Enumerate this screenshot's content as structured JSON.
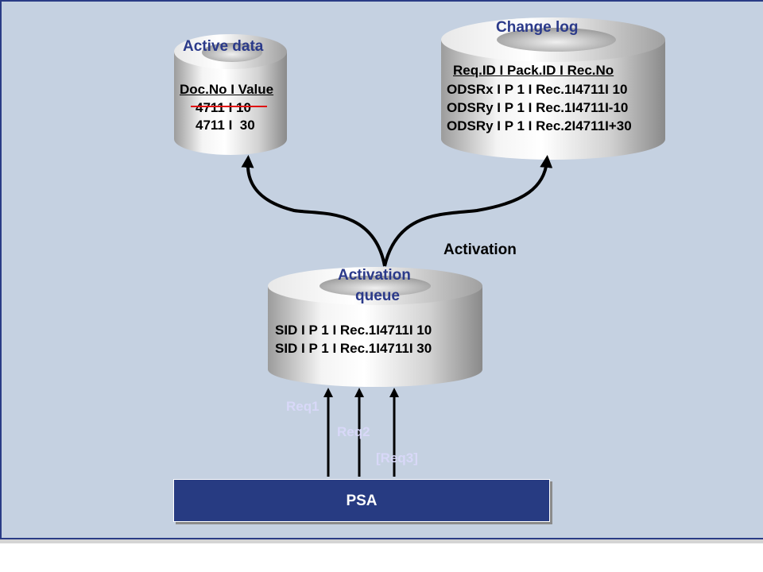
{
  "diagram": {
    "active_data": {
      "title": "Active data",
      "header": "Doc.No I Value",
      "rows": [
        {
          "text": "4711 I 10",
          "struck": true
        },
        {
          "text": "4711 I  30",
          "struck": false
        }
      ]
    },
    "change_log": {
      "title": "Change log",
      "header": "Req.ID I Pack.ID I Rec.No",
      "rows": [
        "ODSRx I P 1 I Rec.1I4711I 10",
        "ODSRy I P 1 I Rec.1I4711I-10",
        "ODSRy I P 1 I Rec.2I4711I+30"
      ]
    },
    "activation_label": "Activation",
    "activation_queue": {
      "title_line1": "Activation",
      "title_line2": "queue",
      "rows": [
        "SID I P 1 I Rec.1I4711I 10",
        "SID I P 1 I Rec.1I4711I 30"
      ]
    },
    "requests": [
      "Req1",
      "Req2",
      "[Req3]"
    ],
    "psa_label": "PSA",
    "colors": {
      "background": "#c5d1e1",
      "frame": "#2a3c86",
      "psa_fill": "#273b82",
      "title_text": "#2b3a8a",
      "strike": "#e01010"
    }
  }
}
